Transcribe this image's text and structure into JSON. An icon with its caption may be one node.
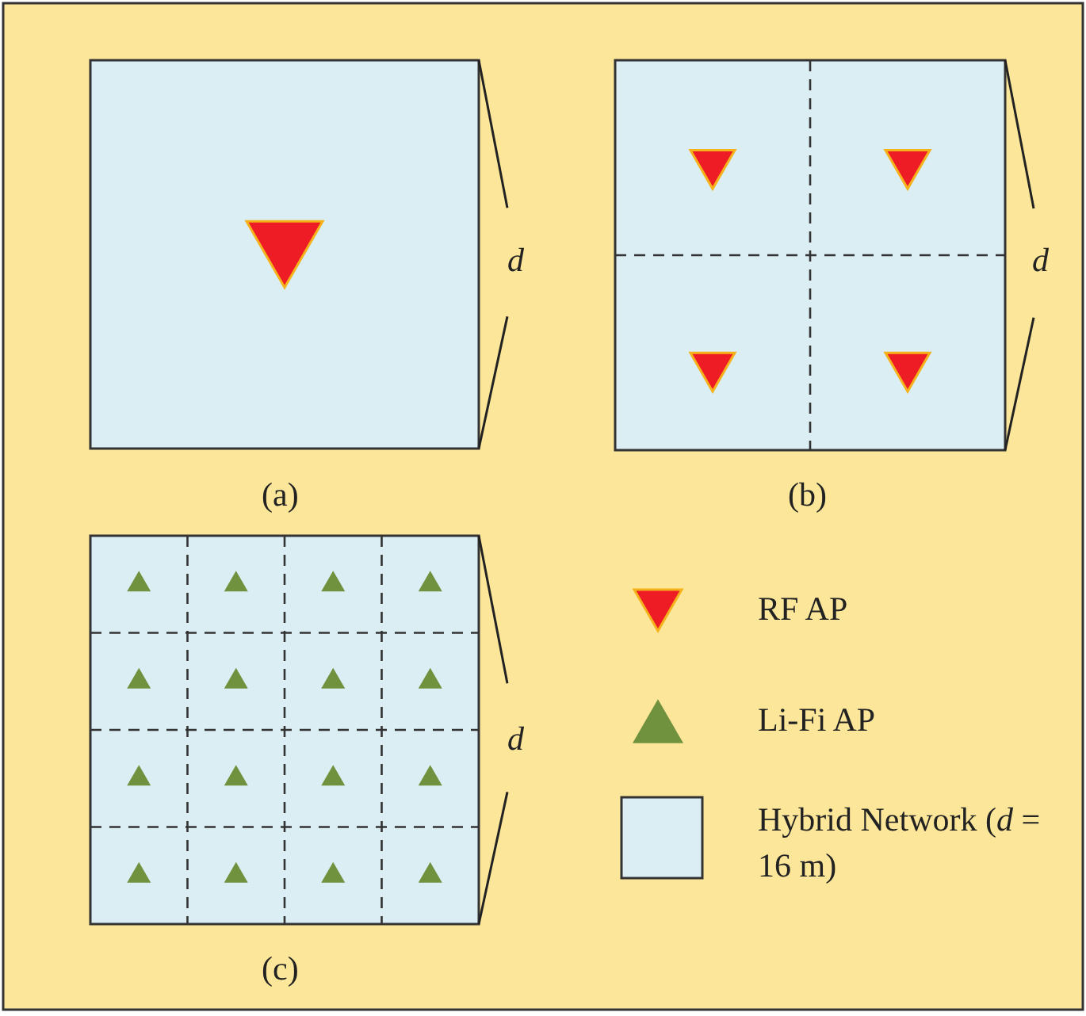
{
  "diagram": {
    "labels": [
      "d",
      "d",
      "(a)",
      "(b)",
      "d",
      "(c)"
    ],
    "legend": [
      {
        "text": "RF AP"
      },
      {
        "text": "Li-Fi AP"
      },
      {
        "text": "Hybrid Network (*d* = 16 m)"
      }
    ]
  }
}
